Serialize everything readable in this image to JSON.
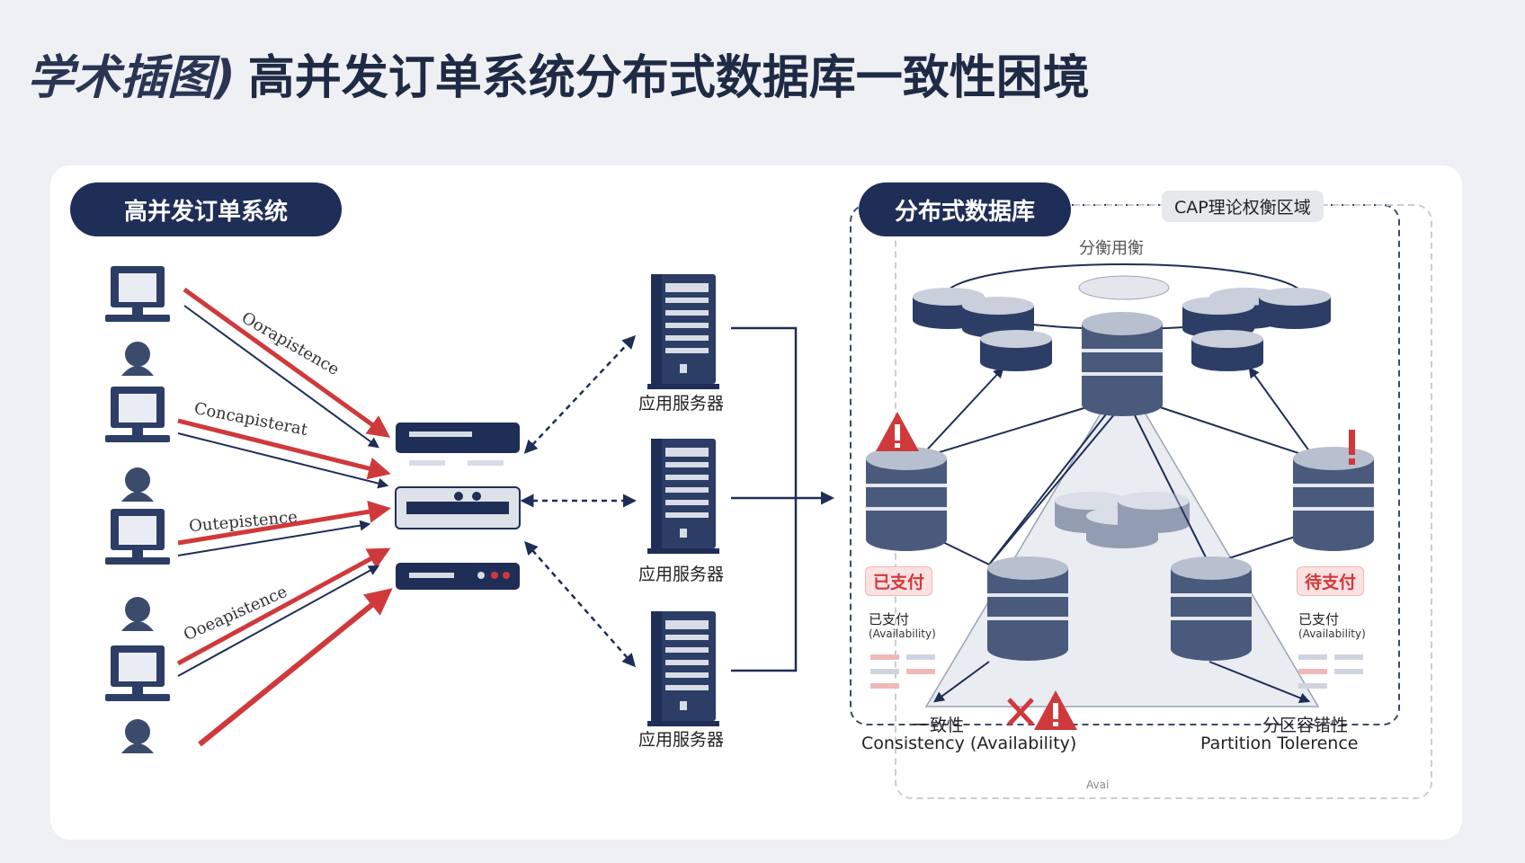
{
  "header": {
    "tag": "学术插图)",
    "title": "高并发订单系统分布式数据库一致性困境"
  },
  "left_panel": {
    "label": "高并发订单系统",
    "arrow_texts": [
      "Oorapistence",
      "Concapisterat",
      "Outepistence",
      "Ooeapistence"
    ],
    "server_label": "应用服务器",
    "server_count": 3
  },
  "right_panel": {
    "label": "分布式数据库",
    "cap_badge": "CAP理论权衡区域",
    "top_label": "分衡用衡",
    "left_status": "已支付",
    "right_status": "待支付",
    "left_note_1": "已支付",
    "left_note_2": "(Availability)",
    "right_note_1": "已支付",
    "right_note_2": "(Availability)",
    "bottom_left_cn": "一致性",
    "bottom_left_en": "Consistency (Availability)",
    "bottom_right_cn": "分区容错性",
    "bottom_right_en": "Partition Tolerence",
    "bottom_faint": "Avai"
  },
  "colors": {
    "navy": "#1f2e57",
    "red": "#d0393b",
    "server": "#2c3e66",
    "db_top": "#b8c0cf",
    "db_body": "#4a5a7c"
  }
}
